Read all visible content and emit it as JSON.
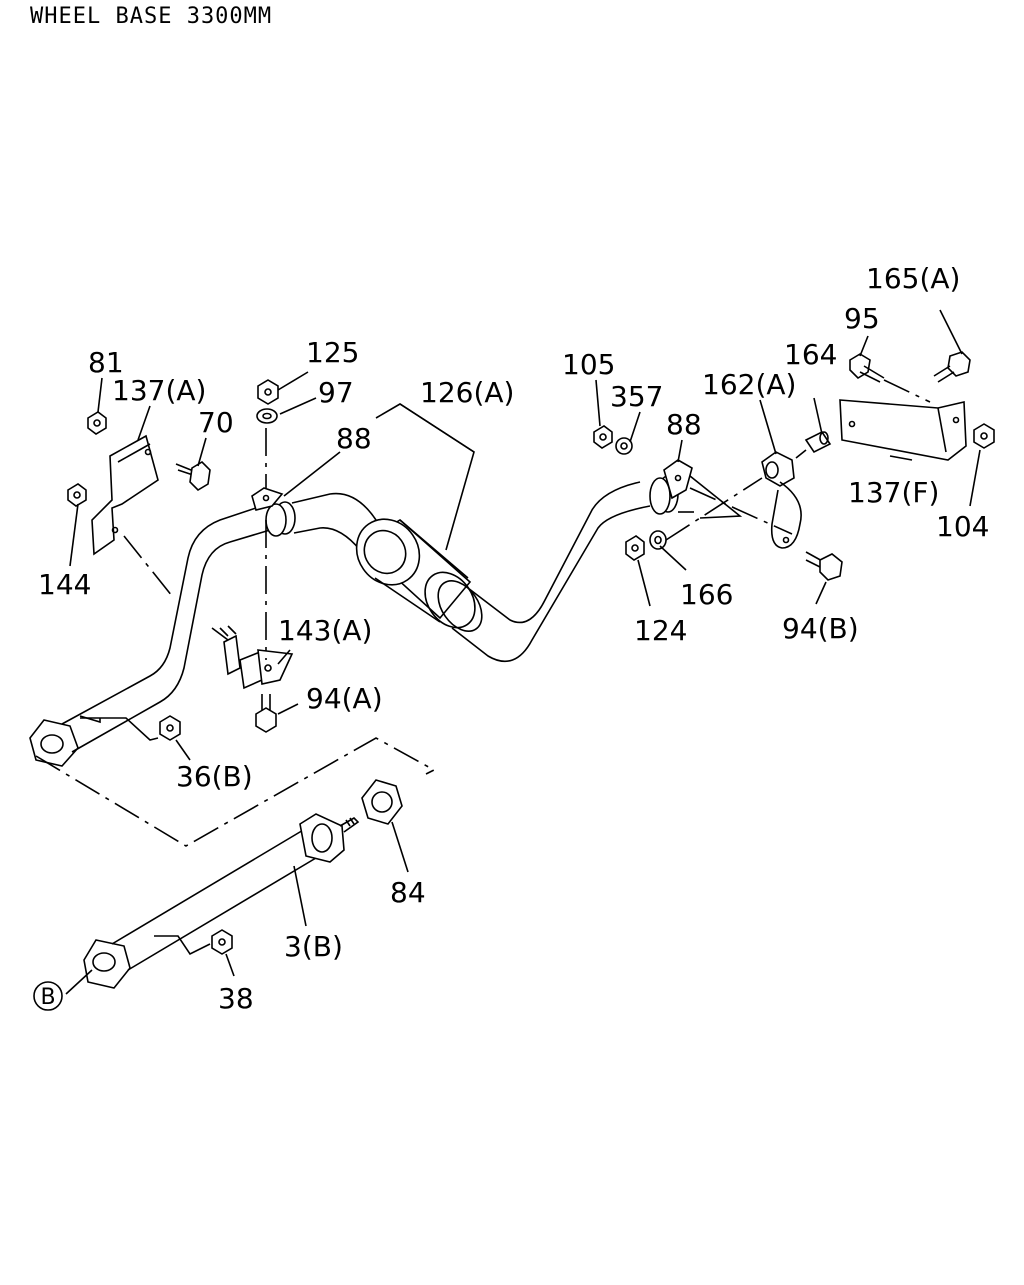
{
  "title": "WHEEL BASE 3300MM",
  "labels": {
    "p81": "81",
    "p137a": "137(A)",
    "p70": "70",
    "p144": "144",
    "p125": "125",
    "p97": "97",
    "p88a": "88",
    "p126a": "126(A)",
    "p143a": "143(A)",
    "p94a": "94(A)",
    "p36b": "36(B)",
    "p105": "105",
    "p357": "357",
    "p88b": "88",
    "p162a": "162(A)",
    "p164": "164",
    "p95": "95",
    "p165a": "165(A)",
    "p137f": "137(F)",
    "p104": "104",
    "p124": "124",
    "p166": "166",
    "p94b": "94(B)",
    "p84": "84",
    "p3b": "3(B)",
    "p38": "38",
    "ref_b": "B"
  }
}
